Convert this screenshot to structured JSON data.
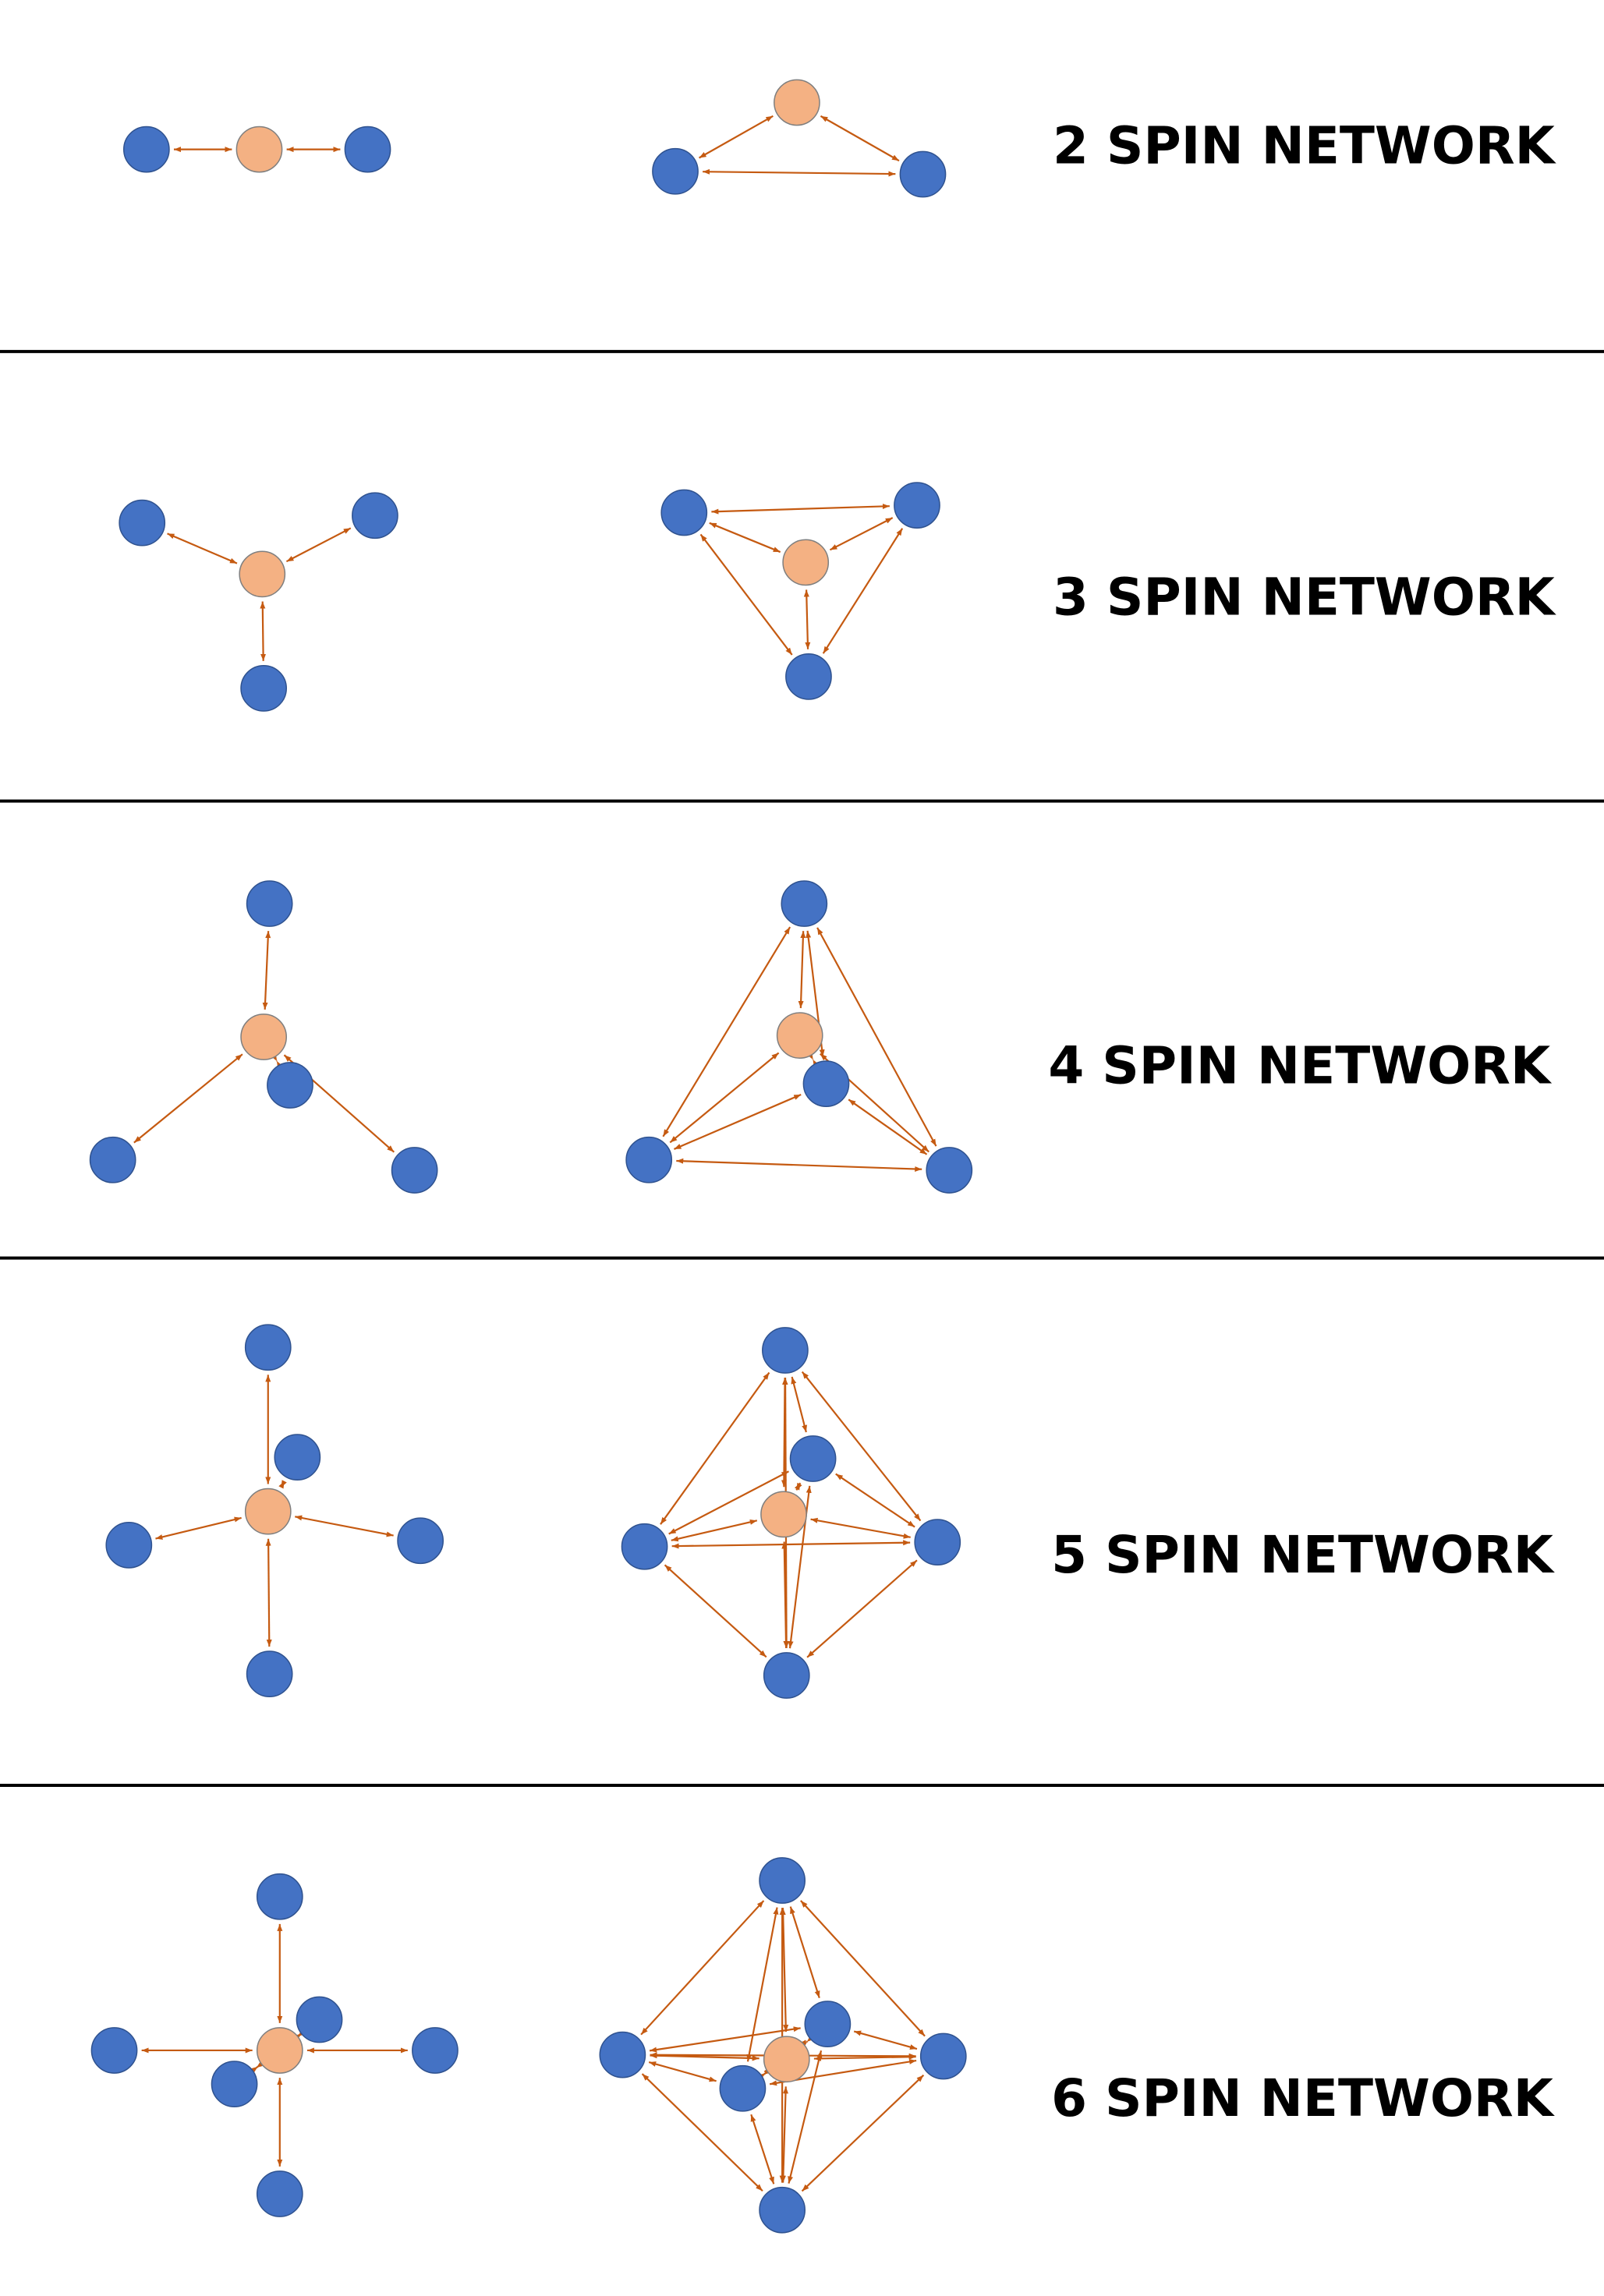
{
  "colors": {
    "spin_node": "#4472c4",
    "center_node": "#f4b183",
    "edge": "#c55a11",
    "divider": "#000000",
    "label": "#000000",
    "background": "#ffffff"
  },
  "panels": [
    {
      "label": "2 SPIN NETWORK"
    },
    {
      "label": "3 SPIN NETWORK"
    },
    {
      "label": "4 SPIN NETWORK"
    },
    {
      "label": "5 SPIN NETWORK"
    },
    {
      "label": "6 SPIN NETWORK"
    }
  ]
}
